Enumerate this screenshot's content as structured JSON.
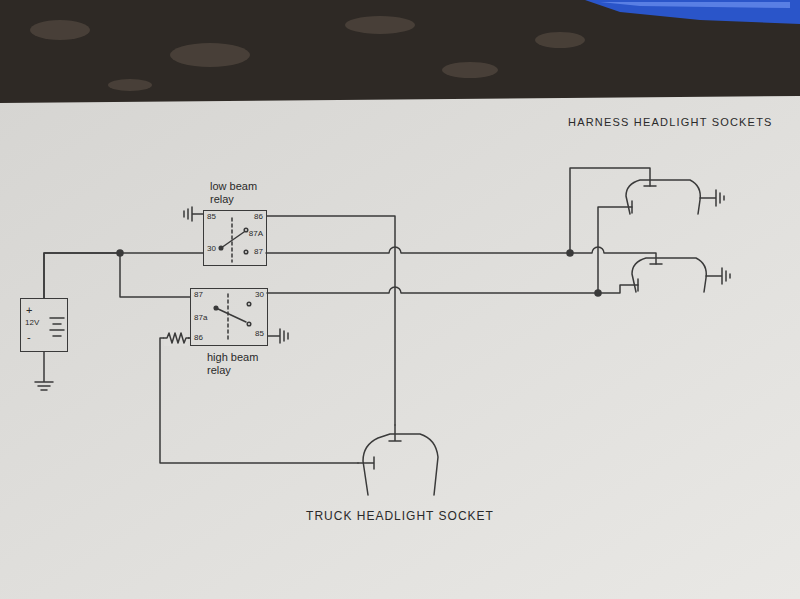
{
  "diagram": {
    "nodes": [
      {
        "text": [
          "+",
          "12V",
          "-"
        ]
      },
      {
        "text": [
          "low beam relay",
          "85",
          "86",
          "87A",
          "30",
          "87"
        ]
      },
      {
        "text": [
          "87",
          "30",
          "87a",
          "86",
          "85",
          "high beam relay"
        ]
      },
      {
        "text": [
          "TRUCK HEADLIGHT SOCKET"
        ]
      }
    ],
    "edges": [
      {
        "from": 0,
        "to": 1,
        "arrow": "none"
      },
      {
        "from": 0,
        "to": 2,
        "arrow": "none"
      },
      {
        "from": 1,
        "to": 3,
        "arrow": "none"
      },
      {
        "from": 2,
        "to": 3,
        "arrow": "none"
      }
    ],
    "labels": [
      "HARNESS HEADLIGHT SOCKETS"
    ]
  }
}
